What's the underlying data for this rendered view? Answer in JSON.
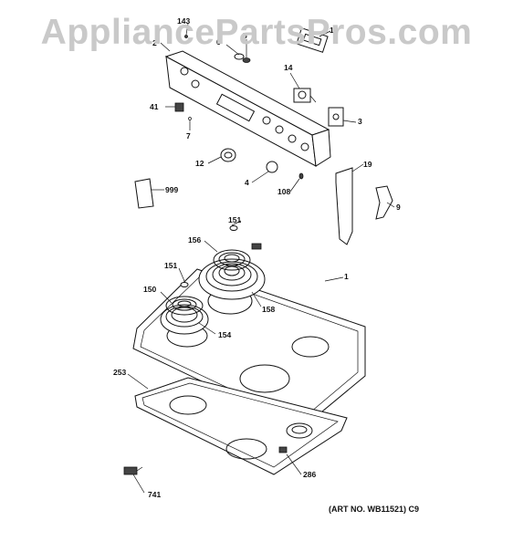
{
  "watermark": "AppliancePartsPros.com",
  "art_number": "(ART NO. WB11521) C9",
  "callouts": [
    "143",
    "2",
    "6",
    "5",
    "16",
    "41",
    "7",
    "14",
    "3",
    "12",
    "4",
    "108",
    "19",
    "999",
    "9",
    "151",
    "156",
    "1",
    "151",
    "150",
    "158",
    "154",
    "253",
    "286",
    "741"
  ]
}
